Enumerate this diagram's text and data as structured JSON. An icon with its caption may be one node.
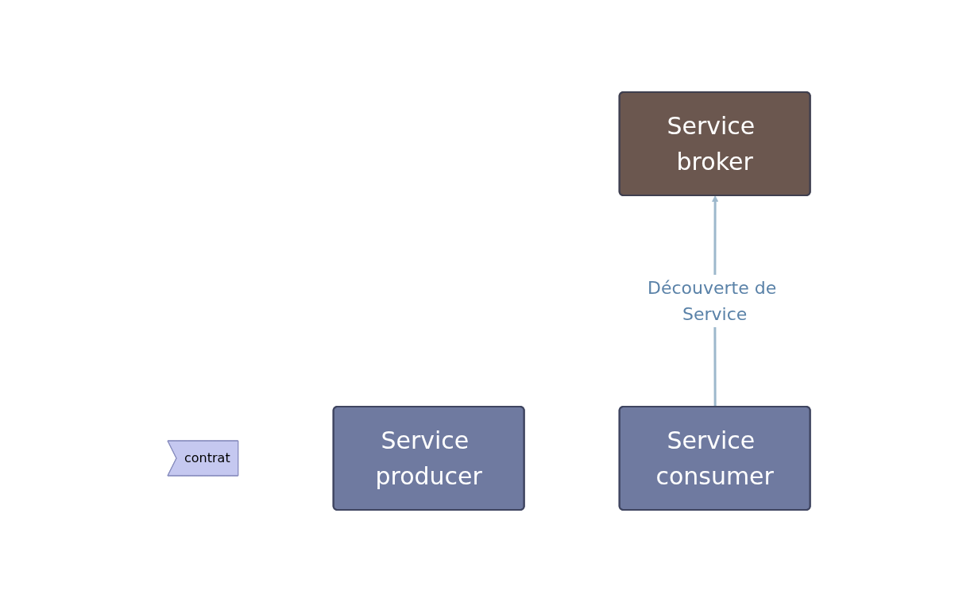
{
  "diagram": {
    "nodes": [
      {
        "text": [
          "Service broker"
        ]
      },
      {
        "text": [
          "contrat"
        ]
      },
      {
        "text": [
          "Service producer"
        ]
      },
      {
        "text": [
          "Service consumer"
        ]
      }
    ],
    "edges": [
      {
        "from": 3,
        "to": 0,
        "arrow": "to",
        "label": "Découverte de Service"
      }
    ]
  }
}
